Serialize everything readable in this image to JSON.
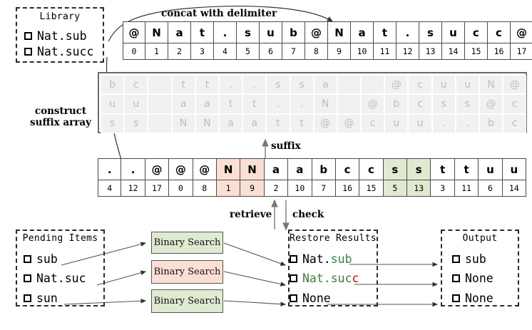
{
  "library": {
    "title": "Library",
    "items": [
      "Nat.sub",
      "Nat.succ"
    ]
  },
  "labels": {
    "concat": "concat with delimiter",
    "construct_line1": "construct",
    "construct_line2": "suffix array",
    "suffix": "suffix",
    "retrieve": "retrieve",
    "check": "check"
  },
  "concat_table": {
    "chars": [
      "@",
      "N",
      "a",
      "t",
      ".",
      "s",
      "u",
      "b",
      "@",
      "N",
      "a",
      "t",
      ".",
      "s",
      "u",
      "c",
      "c",
      "@"
    ],
    "indices": [
      "0",
      "1",
      "2",
      "3",
      "4",
      "5",
      "6",
      "7",
      "8",
      "9",
      "10",
      "11",
      "12",
      "13",
      "14",
      "15",
      "16",
      "17"
    ]
  },
  "suffix_matrix": {
    "rows": [
      [
        "b",
        "c",
        "",
        "t",
        "t",
        ".",
        ".",
        "s",
        "s",
        "a",
        "",
        "",
        "@",
        "c",
        "u",
        "u",
        "N",
        "@"
      ],
      [
        "u",
        "u",
        "",
        "a",
        "a",
        "t",
        "t",
        ".",
        ".",
        "N",
        "",
        "@",
        "b",
        "c",
        "s",
        "s",
        "@",
        "c"
      ],
      [
        "s",
        "s",
        "",
        "N",
        "N",
        "a",
        "a",
        "t",
        "t",
        "@",
        "@",
        "c",
        "u",
        "u",
        ".",
        ".",
        "b",
        "c"
      ]
    ]
  },
  "suffix_array": {
    "chars": [
      ".",
      ".",
      "@",
      "@",
      "@",
      "N",
      "N",
      "a",
      "a",
      "b",
      "c",
      "c",
      "s",
      "s",
      "t",
      "t",
      "u",
      "u"
    ],
    "indices": [
      "4",
      "12",
      "17",
      "0",
      "8",
      "1",
      "9",
      "2",
      "10",
      "7",
      "16",
      "15",
      "5",
      "13",
      "3",
      "11",
      "6",
      "14"
    ],
    "highlight": [
      "none",
      "none",
      "none",
      "none",
      "none",
      "pink",
      "pink",
      "none",
      "none",
      "none",
      "none",
      "none",
      "green",
      "green",
      "none",
      "none",
      "none",
      "none"
    ]
  },
  "pending": {
    "title": "Pending Items",
    "items": [
      "sub",
      "Nat.suc",
      "sun"
    ]
  },
  "binary_search": {
    "label": "Binary Search",
    "boxes": [
      "green",
      "pink",
      "green"
    ]
  },
  "restore": {
    "title": "Restore Results",
    "items": [
      {
        "parts": [
          {
            "text": "Nat.",
            "color": "black"
          },
          {
            "text": "sub",
            "color": "green"
          }
        ]
      },
      {
        "parts": [
          {
            "text": "Nat.suc",
            "color": "green"
          },
          {
            "text": "c",
            "color": "red"
          }
        ]
      },
      {
        "parts": [
          {
            "text": "None",
            "color": "black"
          }
        ]
      }
    ]
  },
  "output": {
    "title": "Output",
    "items": [
      "sub",
      "None",
      "None"
    ]
  },
  "colors": {
    "pink": "#fae0d4",
    "green": "#dfead0",
    "green_text": "#3f7f3f",
    "red_text": "#e00000",
    "gray_cell": "#f1f1f1",
    "gray_text": "#bdbdbd",
    "border": "#4a4a4a"
  }
}
